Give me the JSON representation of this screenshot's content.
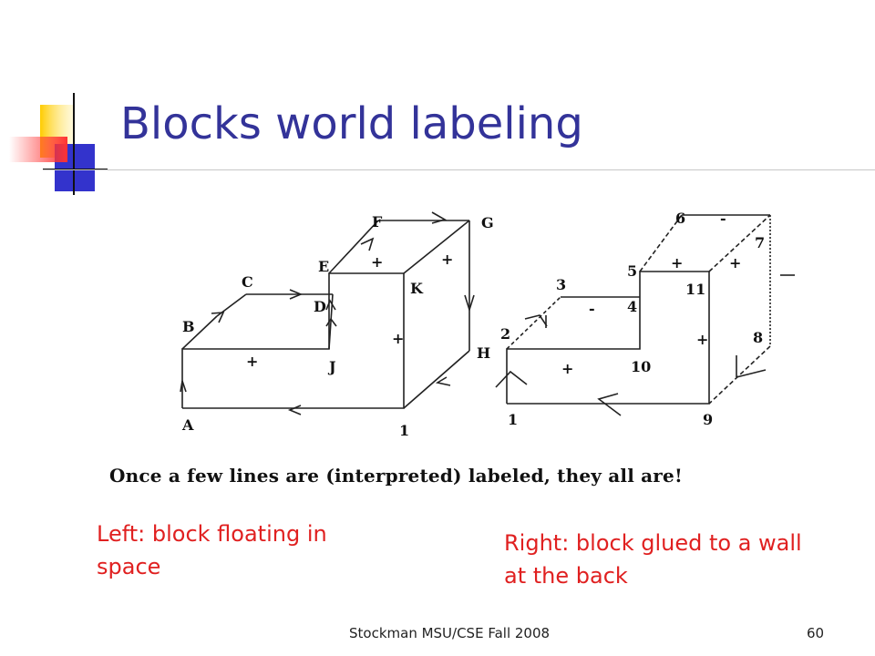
{
  "slide": {
    "title": "Blocks world labeling",
    "accent_colors": {
      "title": "#333399",
      "notes": "#e02020",
      "logo_yellow": "#ffcc00",
      "logo_blue": "#3333cc",
      "logo_red": "#ff3333"
    }
  },
  "figure": {
    "left_labels": [
      "A",
      "B",
      "C",
      "D",
      "E",
      "F",
      "G",
      "K",
      "J",
      "1"
    ],
    "right_labels": [
      "6",
      "-",
      "7",
      "5",
      "+",
      "+",
      "3",
      "-",
      "4",
      "11",
      "2",
      "H",
      "+",
      "10",
      "+",
      "8",
      "1",
      "9"
    ],
    "left_marks": [
      "+",
      "+",
      "+",
      "+"
    ],
    "caption": "Once a few lines are (interpreted) labeled, they all are!"
  },
  "notes": {
    "left": "Left: block floating in space",
    "right": "Right: block glued to a wall at the back"
  },
  "footer": {
    "text": "Stockman MSU/CSE  Fall 2008",
    "page": "60"
  }
}
